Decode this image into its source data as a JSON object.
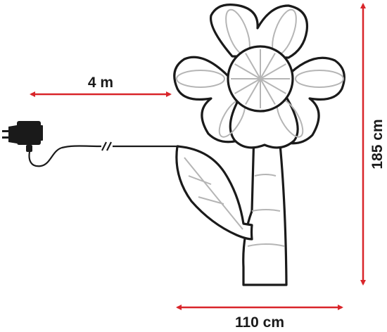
{
  "dimensions": {
    "cable_length": "4 m",
    "width": "110 cm",
    "height": "185 cm"
  },
  "colors": {
    "arrow": "#d9252a",
    "outline": "#1a1a1a",
    "inner_lines": "#b5b5b5",
    "background": "#ffffff"
  },
  "icons": {
    "power_adapter": "power-adapter-icon",
    "plug": "power-plug-icon",
    "cable_break": "cable-break-icon"
  }
}
